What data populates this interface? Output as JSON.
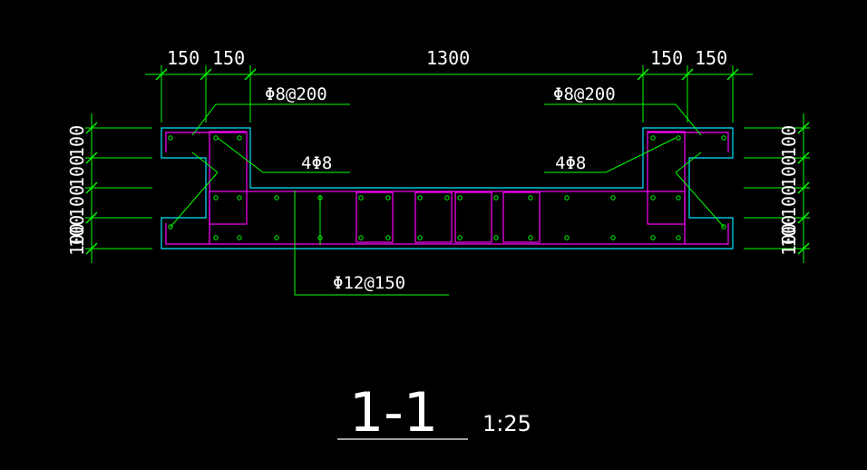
{
  "top_dimensions": [
    "150",
    "150",
    "1300",
    "150",
    "150"
  ],
  "left_dimensions": [
    "100",
    "100",
    "100",
    "100",
    "100"
  ],
  "right_dimensions": [
    "100",
    "100",
    "100",
    "100",
    "100"
  ],
  "labels": {
    "left_stirrup": "Φ8@200",
    "right_stirrup": "Φ8@200",
    "left_corner_bars": "4Φ8",
    "right_corner_bars": "4Φ8",
    "bottom_bars": "Φ12@150"
  },
  "section_title": "1-1",
  "section_scale": "1:25",
  "colors": {
    "background": "#000000",
    "dimension": "#00ff00",
    "concrete_outline": "#00e6ff",
    "stirrup": "#ff00ff",
    "text": "#ffffff"
  }
}
